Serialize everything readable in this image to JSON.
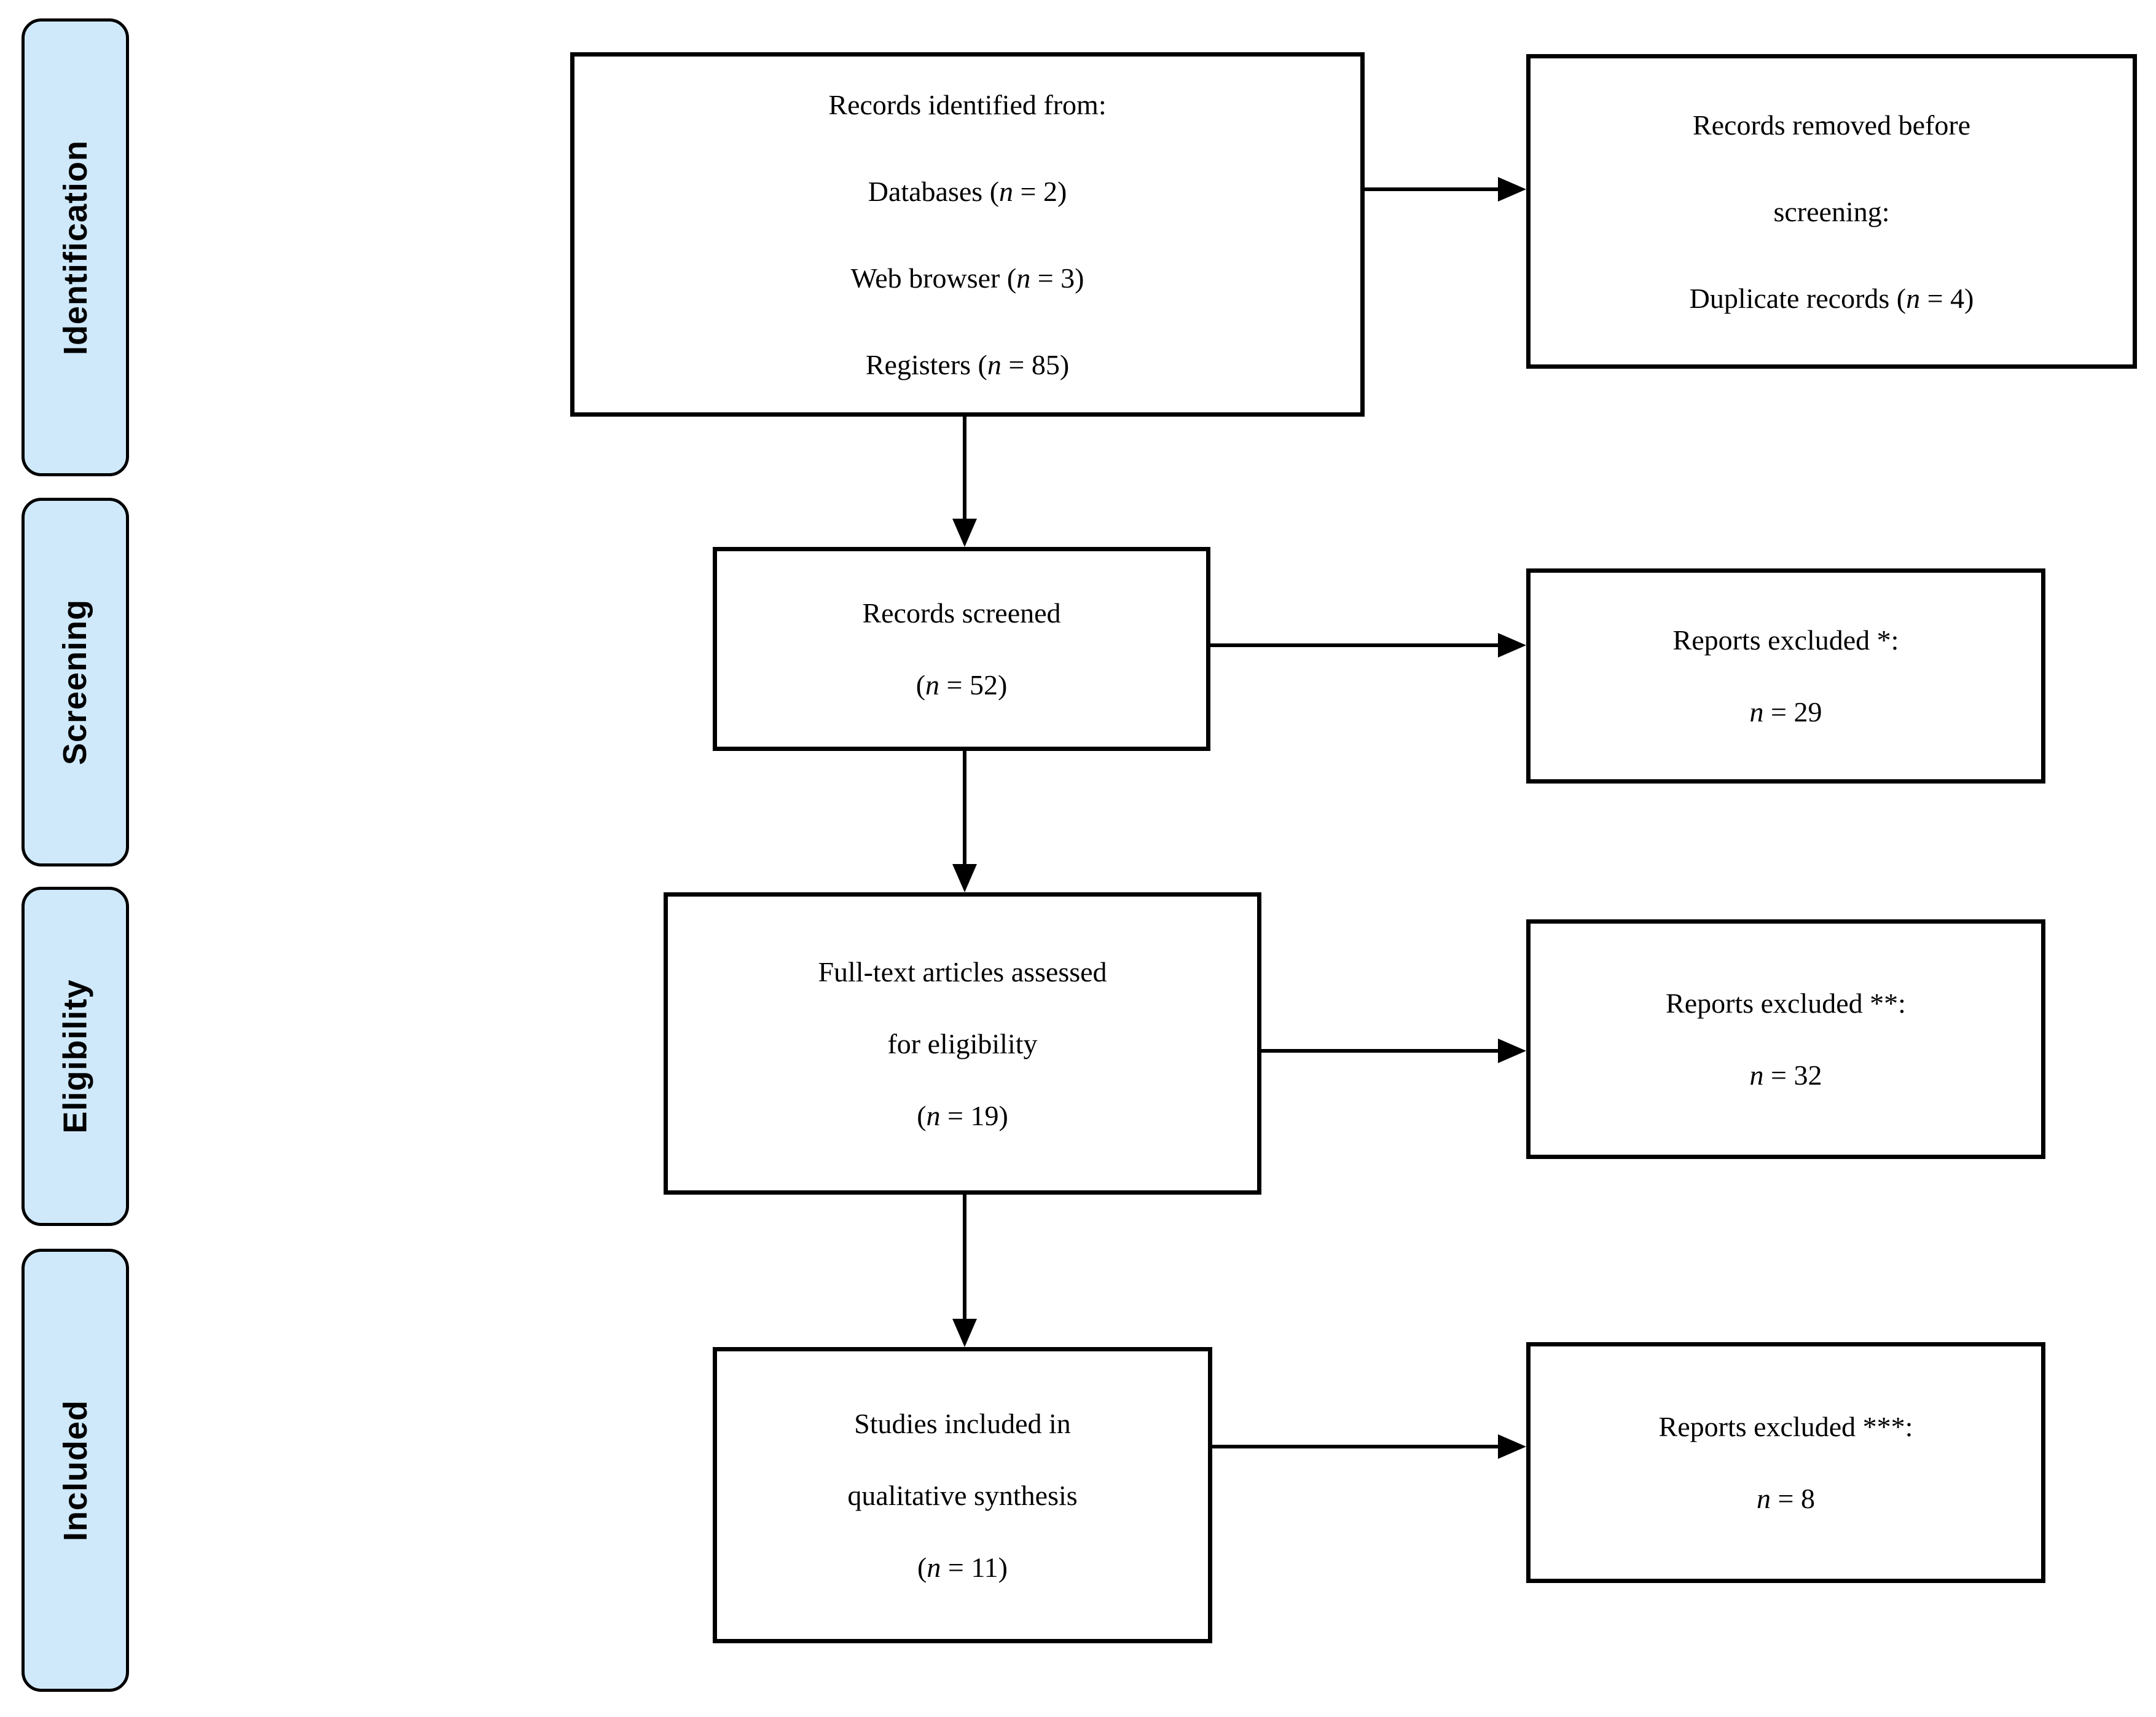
{
  "colors": {
    "stage_fill": "#cfe9fb",
    "stage_border": "#000000",
    "box_border": "#000000",
    "arrow": "#000000"
  },
  "stages": [
    {
      "label": "Identification"
    },
    {
      "label": "Screening"
    },
    {
      "label": "Eligibility"
    },
    {
      "label": "Included"
    }
  ],
  "boxes": {
    "identified": {
      "lines": [
        {
          "pre": "Records identified from:",
          "var": "",
          "post": ""
        },
        {
          "pre": "Databases (",
          "var": "n",
          "post": " = 2)"
        },
        {
          "pre": "Web browser (",
          "var": "n",
          "post": " = 3)"
        },
        {
          "pre": "Registers (",
          "var": "n",
          "post": " = 85)"
        }
      ]
    },
    "removed": {
      "lines": [
        {
          "pre": "Records removed before",
          "var": "",
          "post": ""
        },
        {
          "pre": "screening:",
          "var": "",
          "post": ""
        },
        {
          "pre": "Duplicate records (",
          "var": "n",
          "post": " = 4)"
        }
      ]
    },
    "screened": {
      "lines": [
        {
          "pre": "Records screened",
          "var": "",
          "post": ""
        },
        {
          "pre": "(",
          "var": "n",
          "post": " = 52)"
        }
      ]
    },
    "excluded1": {
      "lines": [
        {
          "pre": "Reports excluded *:",
          "var": "",
          "post": ""
        },
        {
          "pre": "",
          "var": "n",
          "post": " = 29"
        }
      ]
    },
    "fulltext": {
      "lines": [
        {
          "pre": "Full-text articles assessed",
          "var": "",
          "post": ""
        },
        {
          "pre": "for eligibility",
          "var": "",
          "post": ""
        },
        {
          "pre": "(",
          "var": "n",
          "post": " = 19)"
        }
      ]
    },
    "excluded2": {
      "lines": [
        {
          "pre": "Reports excluded **:",
          "var": "",
          "post": ""
        },
        {
          "pre": "",
          "var": "n",
          "post": " = 32"
        }
      ]
    },
    "included": {
      "lines": [
        {
          "pre": "Studies included in",
          "var": "",
          "post": ""
        },
        {
          "pre": "qualitative synthesis",
          "var": "",
          "post": ""
        },
        {
          "pre": "(",
          "var": "n",
          "post": " = 11)"
        }
      ]
    },
    "excluded3": {
      "lines": [
        {
          "pre": "Reports excluded ***:",
          "var": "",
          "post": ""
        },
        {
          "pre": "",
          "var": "n",
          "post": " = 8"
        }
      ]
    }
  }
}
